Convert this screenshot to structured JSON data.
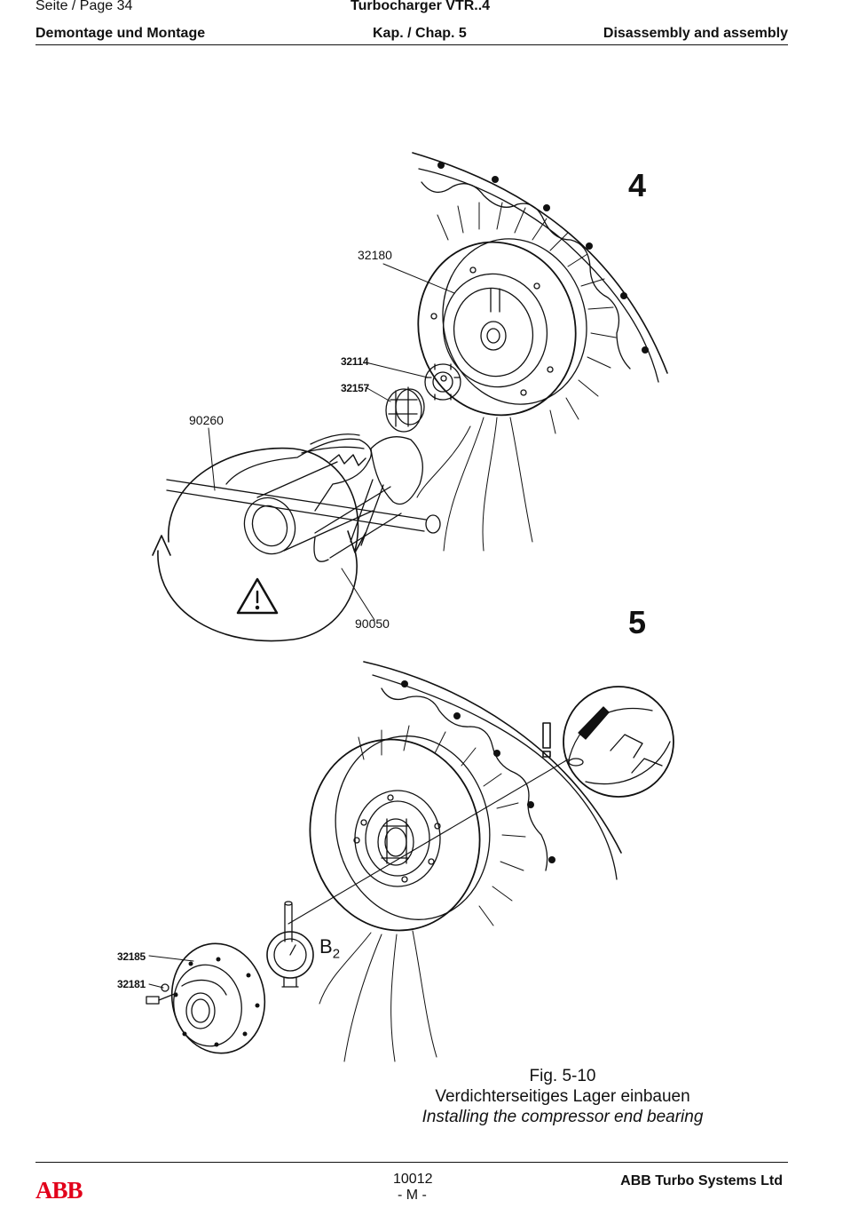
{
  "header": {
    "page_label": "Seite / Page  34",
    "product": "Turbocharger VTR..4",
    "section_de": "Demontage und Montage",
    "chapter": "Kap. / Chap. 5",
    "section_en": "Disassembly and assembly"
  },
  "figure": {
    "step4": {
      "number": "4",
      "labels": [
        "32180",
        "32114",
        "32157",
        "90260",
        "90050"
      ]
    },
    "step5": {
      "number": "5",
      "labels": [
        "32185",
        "32181"
      ],
      "gauge_label": "B",
      "gauge_sub": "2",
      "attention_mark": "!"
    },
    "caption": {
      "fig": "Fig. 5-10",
      "de": "Verdichterseitiges Lager einbauen",
      "en": "Installing the compressor end bearing"
    }
  },
  "footer": {
    "logo": "ABB",
    "doc_number": "10012",
    "edition": "- M -",
    "company": "ABB Turbo Systems Ltd"
  },
  "colors": {
    "ink": "#111111",
    "logo_red": "#e2001a",
    "paper": "#ffffff"
  }
}
